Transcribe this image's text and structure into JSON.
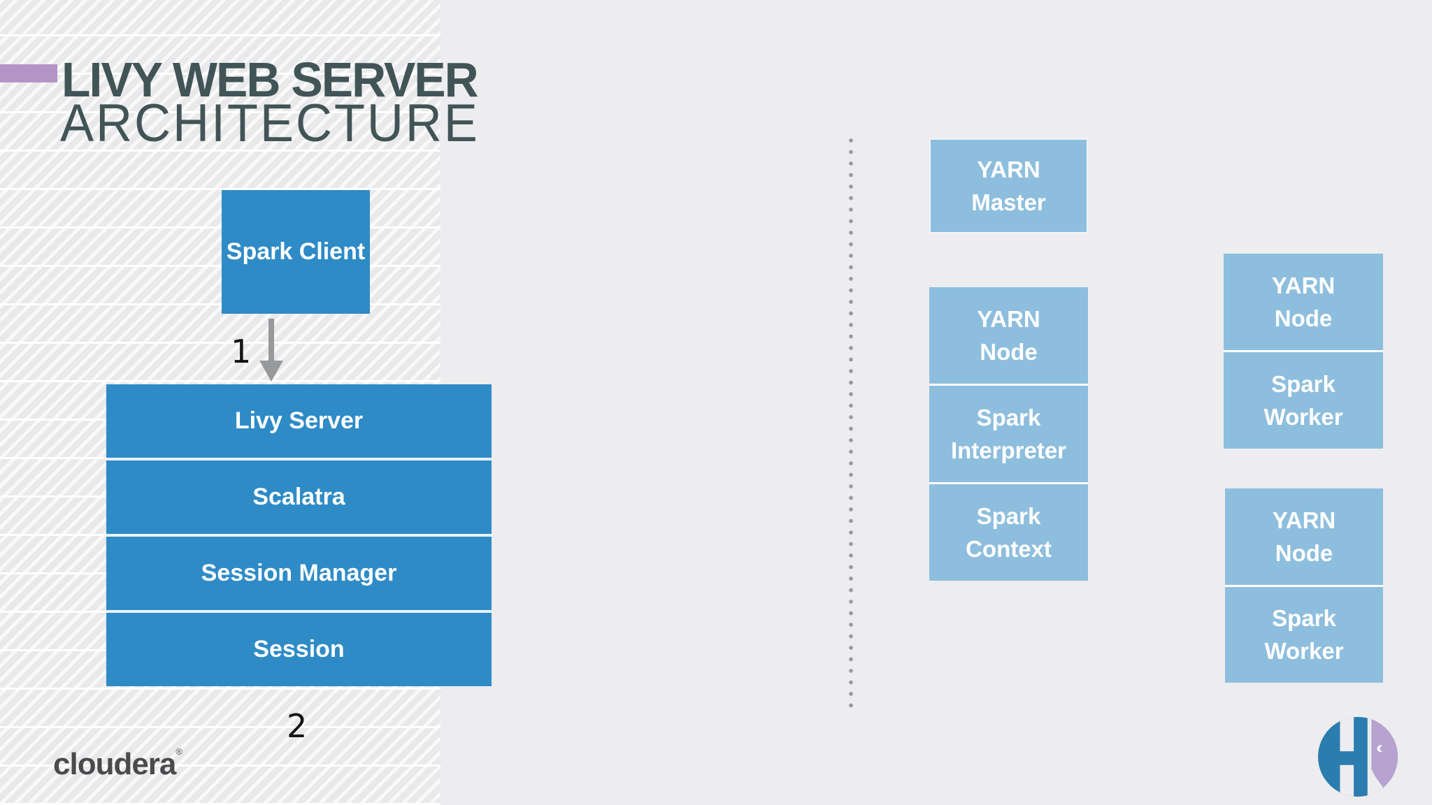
{
  "title": {
    "line1": "LIVY WEB SERVER",
    "line2": "ARCHITECTURE"
  },
  "left_diagram": {
    "client_box": "Spark Client",
    "step1": "1",
    "server_stack": [
      "Livy Server",
      "Scalatra",
      "Session Manager",
      "Session"
    ],
    "step2": "2"
  },
  "right_diagram": {
    "yarn_master": "YARN\nMaster",
    "center_stack": [
      "YARN\nNode",
      "Spark\nInterpreter",
      "Spark\nContext"
    ],
    "worker_stack_top": [
      "YARN\nNode",
      "Spark\nWorker"
    ],
    "worker_stack_bottom": [
      "YARN\nNode",
      "Spark\nWorker"
    ]
  },
  "branding": {
    "cloudera_wordmark": "cloudera",
    "registered_mark": "®"
  },
  "icons": {
    "h_logo": "h-elephant-circle-logo",
    "arrow": "down-arrow"
  },
  "colors": {
    "dark_blue": "#2e8bc6",
    "light_blue": "#8ebedd",
    "title_text": "#415456",
    "accent_purple": "#b494c6",
    "arrow_gray": "#97999b",
    "dot_gray": "#9a9a9c",
    "logo_blue": "#2b7db0",
    "logo_purple": "#b7a2d0",
    "background": "#ededef"
  }
}
